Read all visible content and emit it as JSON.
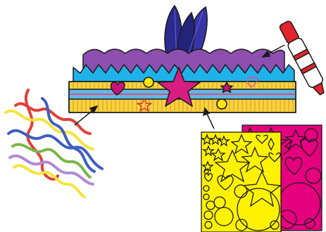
{
  "scene": {
    "subject": "paper-crown-craft",
    "colors": {
      "background": "#ffffff",
      "outline": "#1a1a1a",
      "scallop_purple": "#8d4fb0",
      "zigzag_blue": "#1eb2e8",
      "band_yellow": "#f9d33f",
      "band_stripe": "#e9b52a",
      "band_blue": "#5eb8e6",
      "star_magenta": "#d81d80",
      "feather_navy": "#2b2a8f",
      "heart_magenta": "#c9157a",
      "dot_yellow": "#ffe60a",
      "sheet_yellow": "#fff200",
      "sheet_magenta": "#e5007e",
      "marker_red": "#e2232b",
      "pipe_red": "#e0403a",
      "pipe_yellow": "#f6e43a",
      "pipe_blue": "#3f5fbf",
      "pipe_green": "#7ab648",
      "pipe_purple": "#b08ad3"
    },
    "items": {
      "pipe_cleaners": [
        "red",
        "yellow",
        "blue",
        "green",
        "purple"
      ],
      "crown_decorations": [
        "pink-heart",
        "yellow-dot",
        "red-star",
        "star-sticker",
        "outlined-heart",
        "red-outline-star",
        "large-star",
        "feathers"
      ],
      "sticker_sheets": [
        "yellow-shapes-sheet",
        "magenta-shapes-sheet"
      ],
      "marker": "red-marker"
    }
  }
}
